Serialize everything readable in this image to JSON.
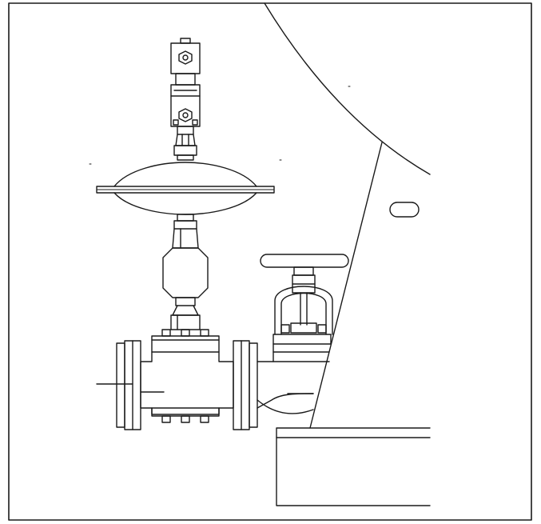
{
  "figure": {
    "stroke_color": "#1a1a1a",
    "background_color": "#ffffff",
    "components": [
      "positioner",
      "diaphragm-actuator",
      "valve-yoke",
      "control-valve-body",
      "inlet-flange",
      "outlet-flange",
      "handwheel-isolation-valve",
      "vessel-shell",
      "vessel-base"
    ]
  }
}
